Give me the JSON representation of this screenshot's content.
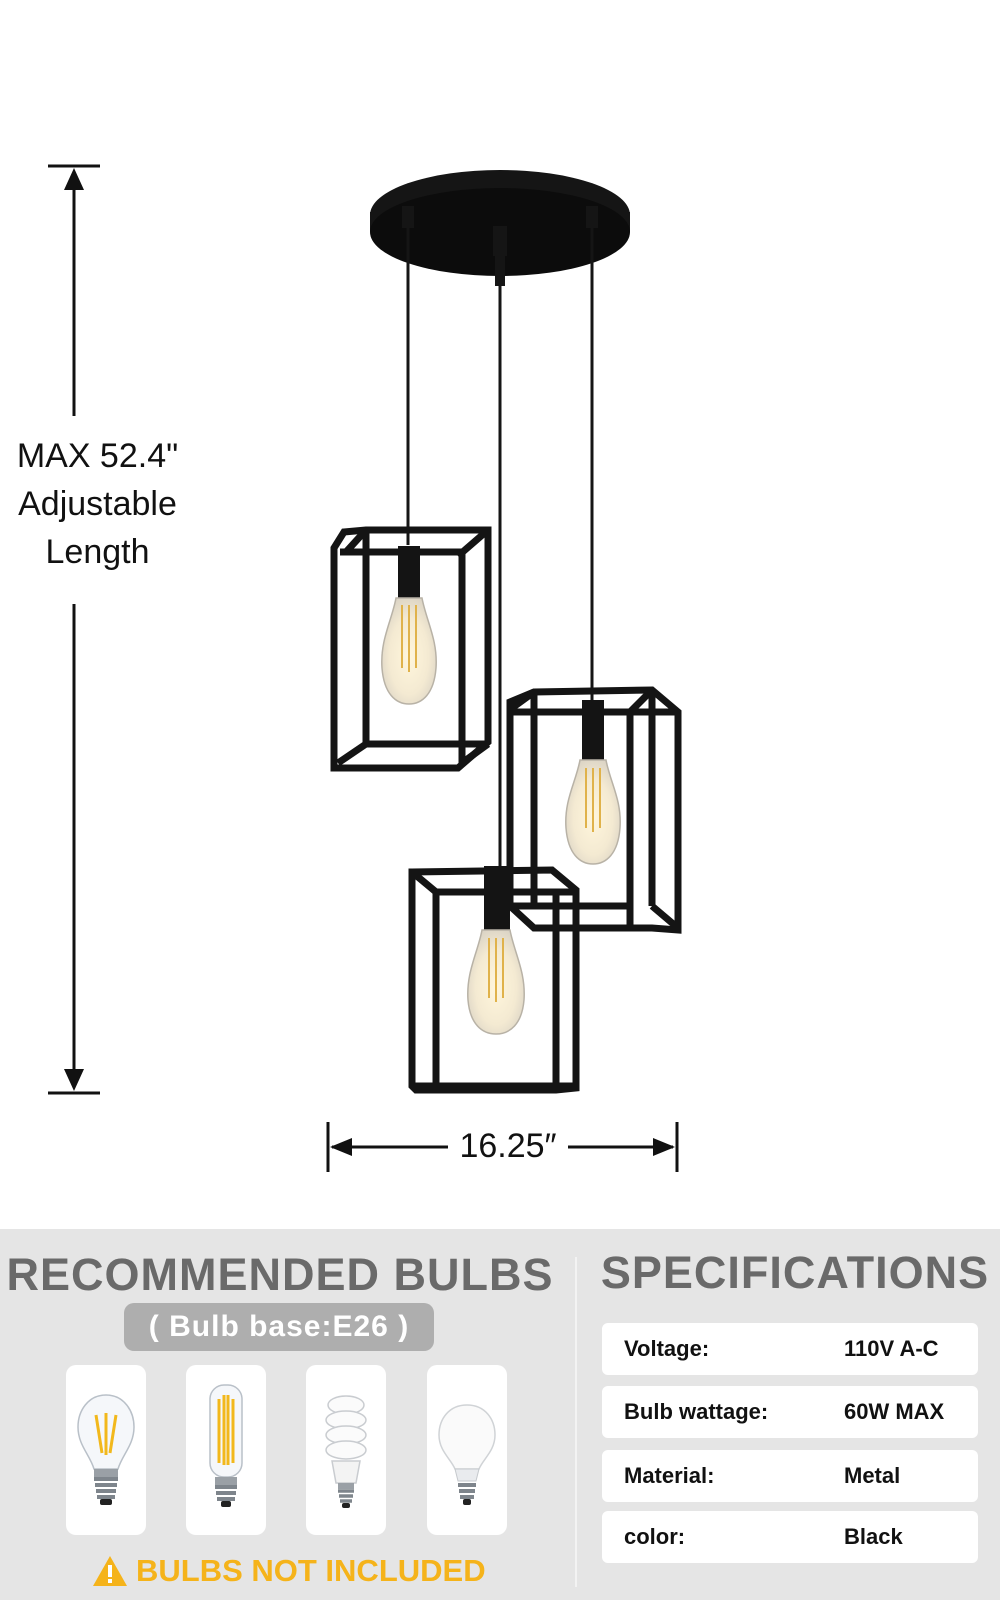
{
  "dimensions": {
    "height_lines": [
      "MAX 52.4\"",
      "Adjustable",
      "Length"
    ],
    "width": "16.25″"
  },
  "product": {
    "name": "3-light cage pendant chandelier",
    "finish_color": "#111111",
    "bulb_glow_color": "#e6c56b"
  },
  "recommended": {
    "title": "RECOMMENDED BULBS",
    "base": "( Bulb base:E26 )",
    "bulbs": [
      {
        "icon": "led-filament-a19-bulb-icon"
      },
      {
        "icon": "led-filament-tubular-bulb-icon"
      },
      {
        "icon": "cfl-spiral-bulb-icon"
      },
      {
        "icon": "led-a19-bulb-icon"
      }
    ],
    "warning": "BULBS NOT INCLUDED",
    "warning_color": "#f5b31a"
  },
  "specifications": {
    "title": "SPECIFICATIONS",
    "rows": [
      {
        "key": "Voltage:",
        "value": "110V  A-C"
      },
      {
        "key": "Bulb wattage:",
        "value": "60W MAX"
      },
      {
        "key": "Material:",
        "value": "Metal"
      },
      {
        "key": "color:",
        "value": "Black"
      }
    ]
  }
}
